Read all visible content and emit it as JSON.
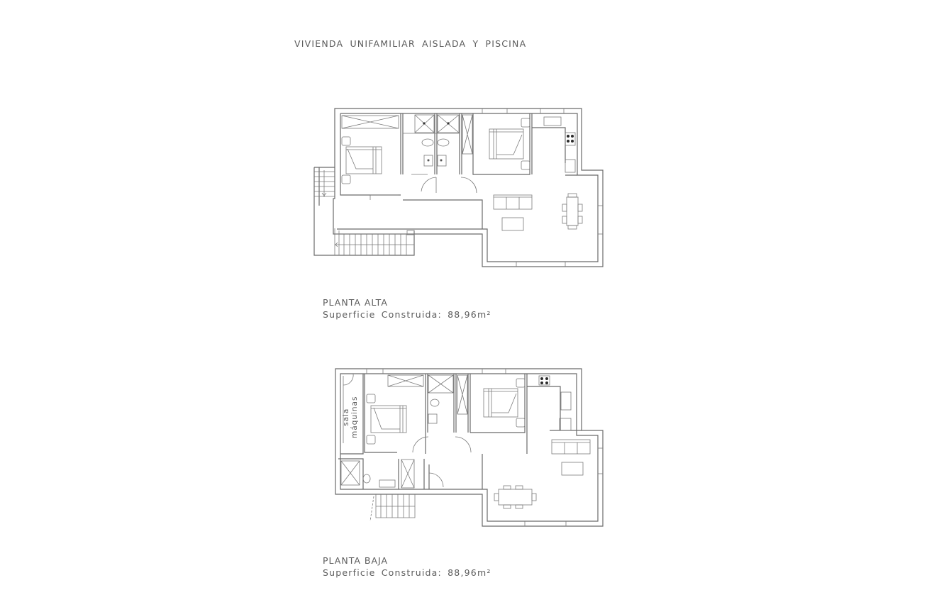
{
  "document": {
    "title": "VIVIENDA UNIFAMILIAR AISLADA Y PISCINA"
  },
  "plans": [
    {
      "name": "PLANTA ALTA",
      "area_label": "Superficie Construida:",
      "area_value": "88,96m²"
    },
    {
      "name": "PLANTA BAJA",
      "area_label": "Superficie Construida:",
      "area_value": "88,96m²",
      "room_labels": [
        "sala",
        "máquinas"
      ]
    }
  ],
  "colors": {
    "background": "#ffffff",
    "line": "#6a6a6a",
    "text": "#5c5c5c"
  }
}
